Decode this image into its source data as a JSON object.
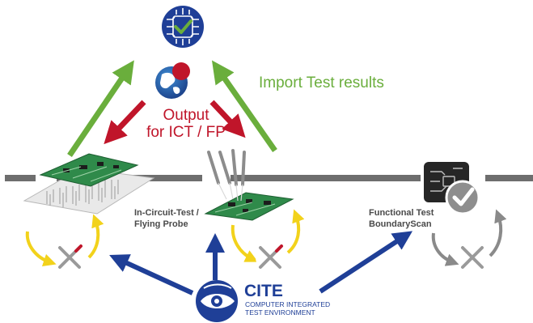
{
  "labels": {
    "output_line1": "Output",
    "output_line2": "for ICT / FP",
    "import_results": "Import Test results",
    "ict_line1": "In-Circuit-Test /",
    "ict_line2": "Flying Probe",
    "functional_line1": "Functional Test",
    "functional_line2": "BoundaryScan"
  },
  "cite": {
    "title": "CITE",
    "subtitle_line1": "COMPUTER INTEGRATED",
    "subtitle_line2": "TEST ENVIRONMENT"
  },
  "colors": {
    "green_arrow": "#6aae3c",
    "red_arrow": "#c0152a",
    "navy": "#1f3f97",
    "yellow_cycle": "#f2d21b",
    "grey_cycle": "#8a8a8a",
    "track": "#6e6e6e",
    "pcb": "#2f8a4a"
  },
  "icons": [
    "circuit-check-icon",
    "globe-icon",
    "repair-tools-icon",
    "checkmark-badge-icon",
    "cite-eye-logo"
  ]
}
